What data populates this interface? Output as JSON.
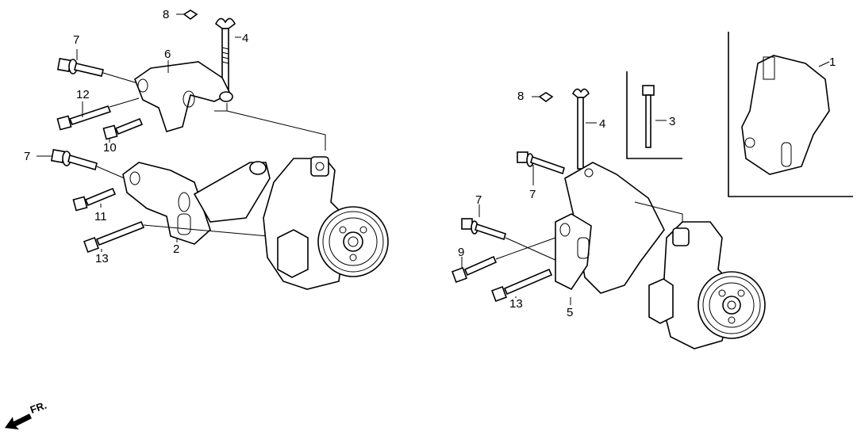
{
  "diagram": {
    "left_assembly": {
      "callouts": [
        "8",
        "4",
        "7",
        "6",
        "12",
        "10",
        "7",
        "11",
        "13",
        "2"
      ]
    },
    "right_assembly": {
      "callouts": [
        "8",
        "4",
        "3",
        "1",
        "7",
        "7",
        "9",
        "13",
        "5"
      ]
    },
    "direction_indicator": "FR."
  }
}
